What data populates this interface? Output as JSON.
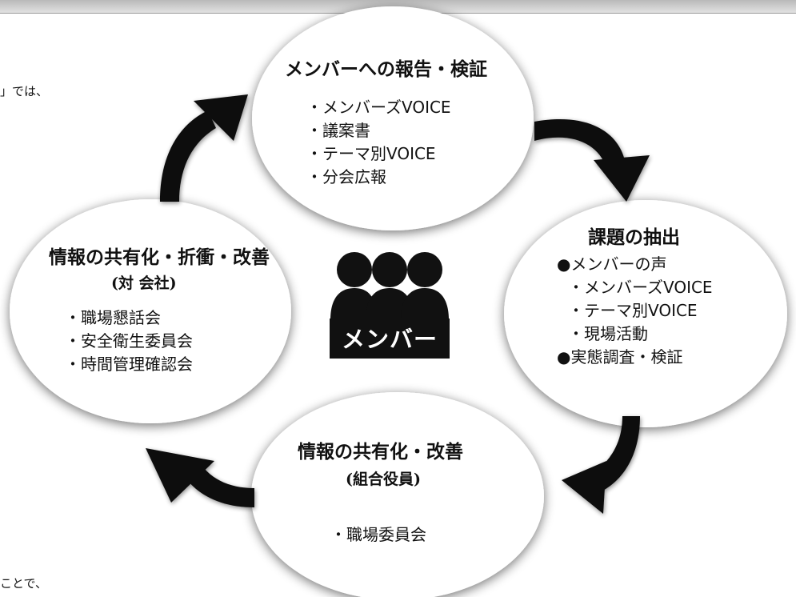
{
  "fragments": {
    "top_left": "」では、",
    "bottom_left": "ことで、"
  },
  "center": {
    "label": "メンバー"
  },
  "nodes": {
    "top": {
      "title": "メンバーへの報告・検証",
      "items": [
        "・メンバーズVOICE",
        "・議案書",
        "・テーマ別VOICE",
        "・分会広報"
      ]
    },
    "right": {
      "title": "課題の抽出",
      "groups": [
        {
          "heading": "●メンバーの声",
          "items": [
            "・メンバーズVOICE",
            "・テーマ別VOICE",
            "・現場活動"
          ]
        },
        {
          "heading": "●実態調査・検証",
          "items": []
        }
      ]
    },
    "bottom": {
      "title": "情報の共有化・改善",
      "subtitle": "(組合役員)",
      "items": [
        "・職場委員会"
      ]
    },
    "left": {
      "title": "情報の共有化・折衝・改善",
      "subtitle": "(対 会社)",
      "items": [
        "・職場懇話会",
        "・安全衛生委員会",
        "・時間管理確認会"
      ]
    }
  },
  "icons": {
    "center": "people-group-icon",
    "arrows": [
      "curved-arrow-top-right-icon",
      "curved-arrow-right-bottom-icon",
      "curved-arrow-bottom-left-icon",
      "curved-arrow-left-top-icon"
    ]
  },
  "colors": {
    "ellipse_fill": "#ffffff",
    "shadow": "#9a9a9a",
    "arrow": "#0d0d0d",
    "icon": "#111111"
  }
}
